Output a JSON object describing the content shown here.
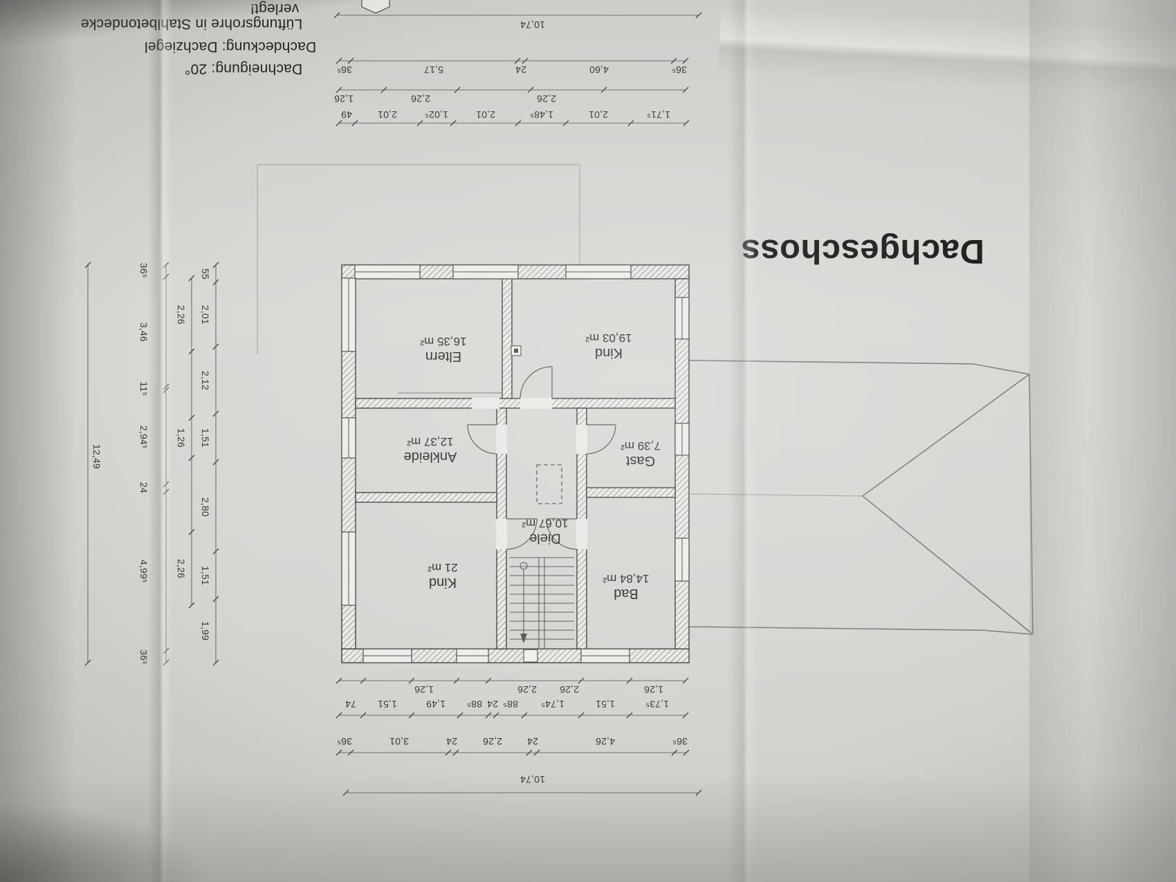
{
  "title": "Dachgeschoss",
  "notes": [
    "verlegt!",
    "Lüftungsrohre in Stahlbetondecke",
    "Dachdeckung: Dachziegel",
    "Dachneigung: 20°"
  ],
  "rooms": [
    {
      "name": "Eltern",
      "area": "16,35 m²"
    },
    {
      "name": "Kind",
      "area": "19,03 m²"
    },
    {
      "name": "Ankleide",
      "area": "12,37 m²"
    },
    {
      "name": "Gast",
      "area": "7,39 m²"
    },
    {
      "name": "Diele",
      "area": "10,67 m²"
    },
    {
      "name": "Kind",
      "area": "21 m²"
    },
    {
      "name": "Bad",
      "area": "14,84 m²"
    }
  ],
  "dims": {
    "top_total": "10,74",
    "top_chain1": [
      "36⁵",
      "5,17",
      "24",
      "4,60",
      "36⁵"
    ],
    "top_chain2": [
      "1,26",
      "2,26",
      "2,26"
    ],
    "top_chain3": [
      "49",
      "2,01",
      "1,02⁵",
      "2,01",
      "1,48⁵",
      "2,01",
      "1,71⁵"
    ],
    "bottom_chain1": [
      "1,26",
      "2,26",
      "2,26",
      "1,26"
    ],
    "bottom_chain2": [
      "74",
      "1,51",
      "1,49",
      "88⁵",
      "24",
      "88⁵",
      "1,74⁵",
      "1,51",
      "1,73⁵"
    ],
    "bottom_chain3": [
      "36⁵",
      "3,01",
      "24",
      "2,26",
      "24",
      "4,26",
      "36⁵"
    ],
    "bottom_total": "10,74",
    "left_total": "12,49",
    "left_chain1": [
      "36⁵",
      "3,46",
      "11⁵",
      "2,94⁵",
      "24",
      "4,99⁵",
      "36⁵"
    ],
    "left_chain2": [
      "55",
      "2,01",
      "2,12",
      "1,51",
      "2,80",
      "1,51",
      "1,99"
    ],
    "left_chain2_inner": [
      "2,26",
      "1,26",
      "2,26"
    ]
  }
}
